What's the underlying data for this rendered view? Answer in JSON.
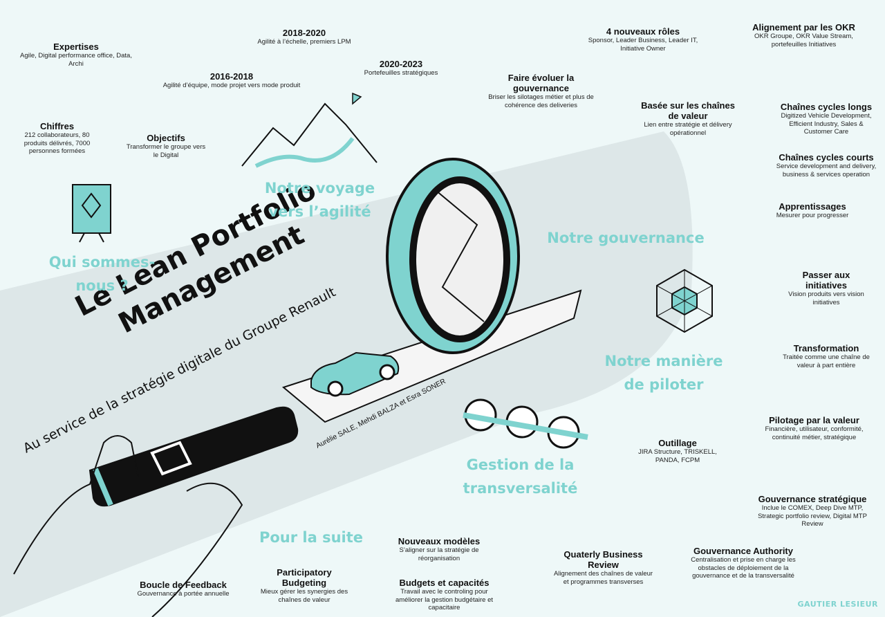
{
  "colors": {
    "accent": "#7fd3cf",
    "ink": "#111111",
    "background": "#eef8f8",
    "band": "#dde7e8"
  },
  "title": "Le Lean Portfolio Management",
  "subtitle": "Au service de la stratégie digitale du Groupe Renault",
  "authors": "Aurélie SALE, Mehdi BALZA et Esra SONER",
  "signature": "GAUTIER LESIEUR",
  "sections": {
    "qui": "Qui sommes-nous ?",
    "voyage": "Notre voyage vers l’agilité",
    "gouvernance": "Notre gouvernance",
    "piloter": "Notre manière de piloter",
    "transversalite": "Gestion de la transversalité",
    "suite": "Pour la suite"
  },
  "qui": {
    "expertises": {
      "title": "Expertises",
      "desc": "Agile, Digital performance office, Data, Archi",
      "icon": "tools-icon"
    },
    "chiffres": {
      "title": "Chiffres",
      "desc": "212 collaborateurs, 80 produits délivrés, 7000 personnes formées",
      "icon": "bar-chart-icon"
    },
    "objectifs": {
      "title": "Objectifs",
      "desc": "Transformer le groupe vers le Digital",
      "icon": "target-icon"
    }
  },
  "voyage": {
    "y2016": {
      "title": "2016-2018",
      "desc": "Agilité d’équipe, mode projet vers mode produit"
    },
    "y2018": {
      "title": "2018-2020",
      "desc": "Agilité à l’échelle, premiers LPM"
    },
    "y2020": {
      "title": "2020-2023",
      "desc": "Portefeuilles stratégiques"
    }
  },
  "gouvernance": {
    "faire": {
      "title": "Faire évoluer la gouvernance",
      "desc": "Briser les silotages métier et plus de cohérence des deliveries"
    },
    "roles": {
      "title": "4 nouveaux rôles",
      "desc": "Sponsor, Leader Business, Leader IT, Initiative Owner"
    },
    "okr": {
      "title": "Alignement par les OKR",
      "desc": "OKR Groupe, OKR Value Stream, portefeuilles Initiatives"
    },
    "chaines": {
      "title": "Basée sur les chaînes de valeur",
      "desc": "Lien entre stratégie et délivery opérationnel"
    },
    "longs": {
      "title": "Chaînes cycles longs",
      "desc": "Digitized Vehicle Development, Efficient Industry, Sales & Customer Care"
    },
    "courts": {
      "title": "Chaînes cycles courts",
      "desc": "Service development and delivery, business & services operation"
    }
  },
  "piloter": {
    "apprentissages": {
      "title": "Apprentissages",
      "desc": "Mesurer pour progresser"
    },
    "passer": {
      "title": "Passer aux initiatives",
      "desc": "Vision produits vers vision initiatives"
    },
    "transformation": {
      "title": "Transformation",
      "desc": "Traitée comme une chaîne de valeur à part entière"
    },
    "pilotage": {
      "title": "Pilotage par la valeur",
      "desc": "Financière, utilisateur, conformité, continuité métier, stratégique"
    },
    "outillage": {
      "title": "Outillage",
      "desc": "JIRA Structure, TRISKELL, PANDA, FCPM"
    },
    "strategique": {
      "title": "Gouvernance stratégique",
      "desc": "Inclue le COMEX, Deep Dive MTP, Strategic portfolio review, Digital MTP Review"
    }
  },
  "transversalite": {
    "qbr": {
      "title": "Quaterly Business Review",
      "desc": "Alignement des chaînes de valeur et programmes transverses"
    },
    "authority": {
      "title": "Gouvernance Authority",
      "desc": "Centralisation et prise en charge les obstacles de déploiement de la gouvernance et de la transversalité"
    }
  },
  "suite": {
    "boucle": {
      "title": "Boucle de Feedback",
      "desc": "Gouvernance à portée annuelle"
    },
    "participatory": {
      "title": "Participatory Budgeting",
      "desc": "Mieux gérer les synergies des chaînes de valeur"
    },
    "modeles": {
      "title": "Nouveaux modèles",
      "desc": "S’aligner sur la stratégie de réorganisation"
    },
    "budgets": {
      "title": "Budgets et capacités",
      "desc": "Travail avec le controling pour améliorer la gestion budgétaire et capacitaire"
    }
  }
}
